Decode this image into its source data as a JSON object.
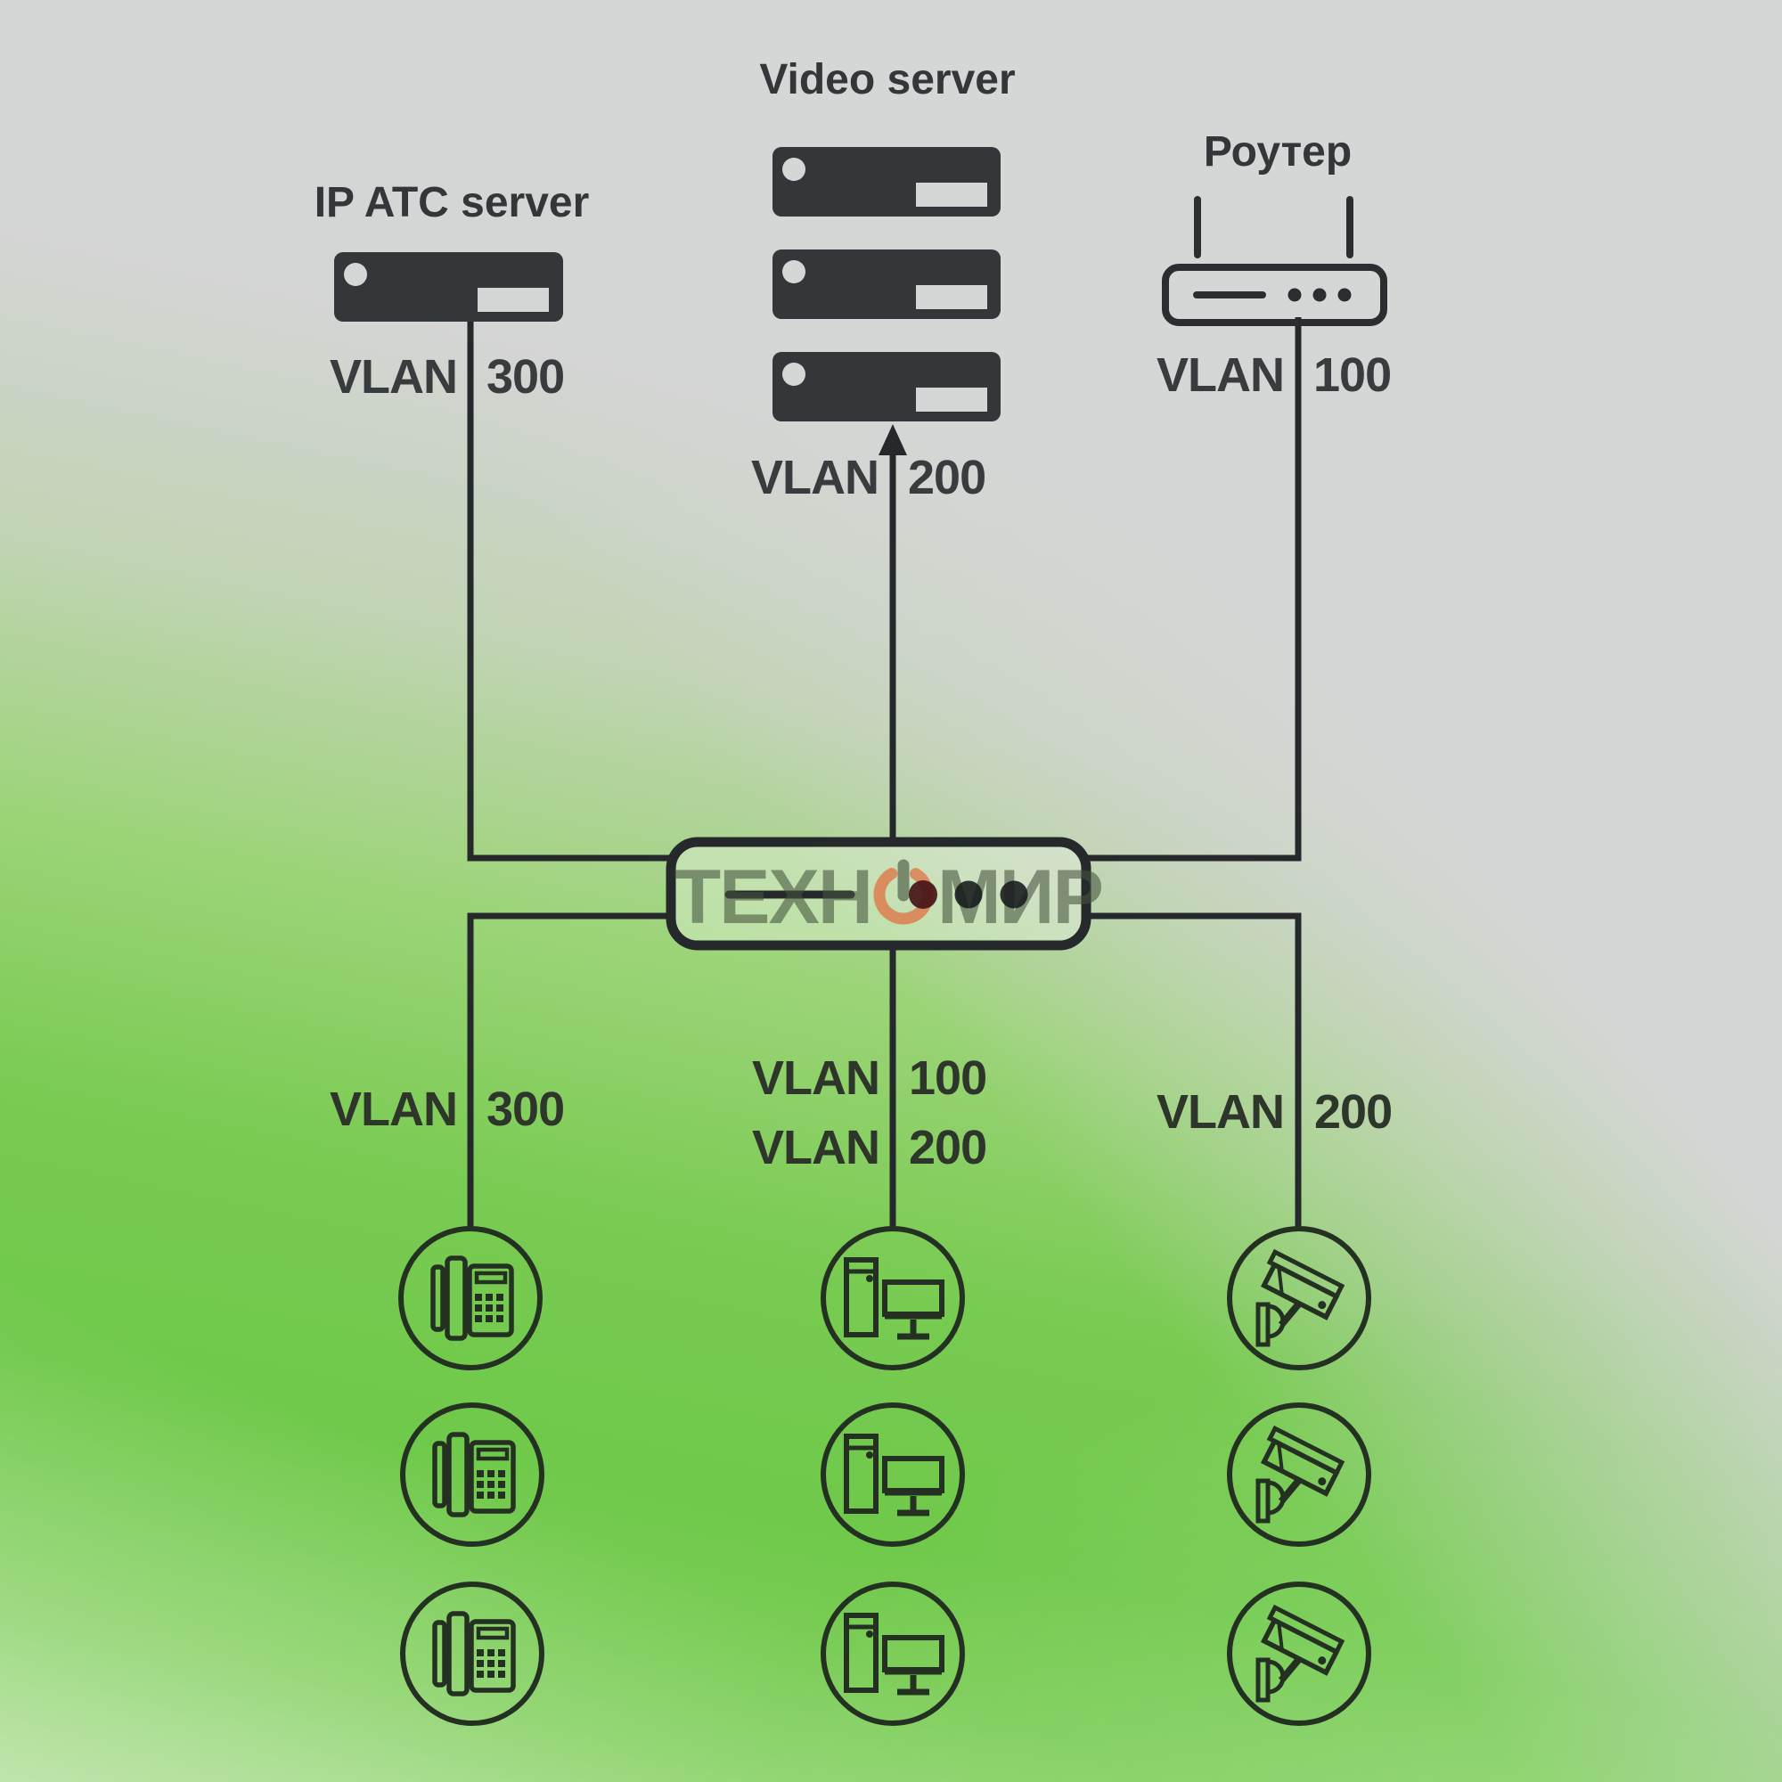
{
  "nodes": {
    "atc": {
      "label": "IP ATC server"
    },
    "video": {
      "label": "Video server"
    },
    "router": {
      "label": "Роутер"
    }
  },
  "vlan_labels": {
    "atc": {
      "name": "VLAN",
      "num": "300"
    },
    "video": {
      "name": "VLAN",
      "num": "200"
    },
    "router": {
      "name": "VLAN",
      "num": "100"
    },
    "phones": {
      "name": "VLAN",
      "num": "300"
    },
    "computers_1": {
      "name": "VLAN",
      "num": "100"
    },
    "computers_2": {
      "name": "VLAN",
      "num": "200"
    },
    "cameras": {
      "name": "VLAN",
      "num": "200"
    }
  },
  "watermark": {
    "left": "ТЕХН",
    "right": "МИР"
  },
  "colors": {
    "accent_orange": "#dc8153",
    "switch_dot_red": "#471518",
    "line_dark": "#26292c",
    "icon_dark": "#33373a",
    "green": "#6fc94a",
    "gray": "#d5d6d6"
  }
}
